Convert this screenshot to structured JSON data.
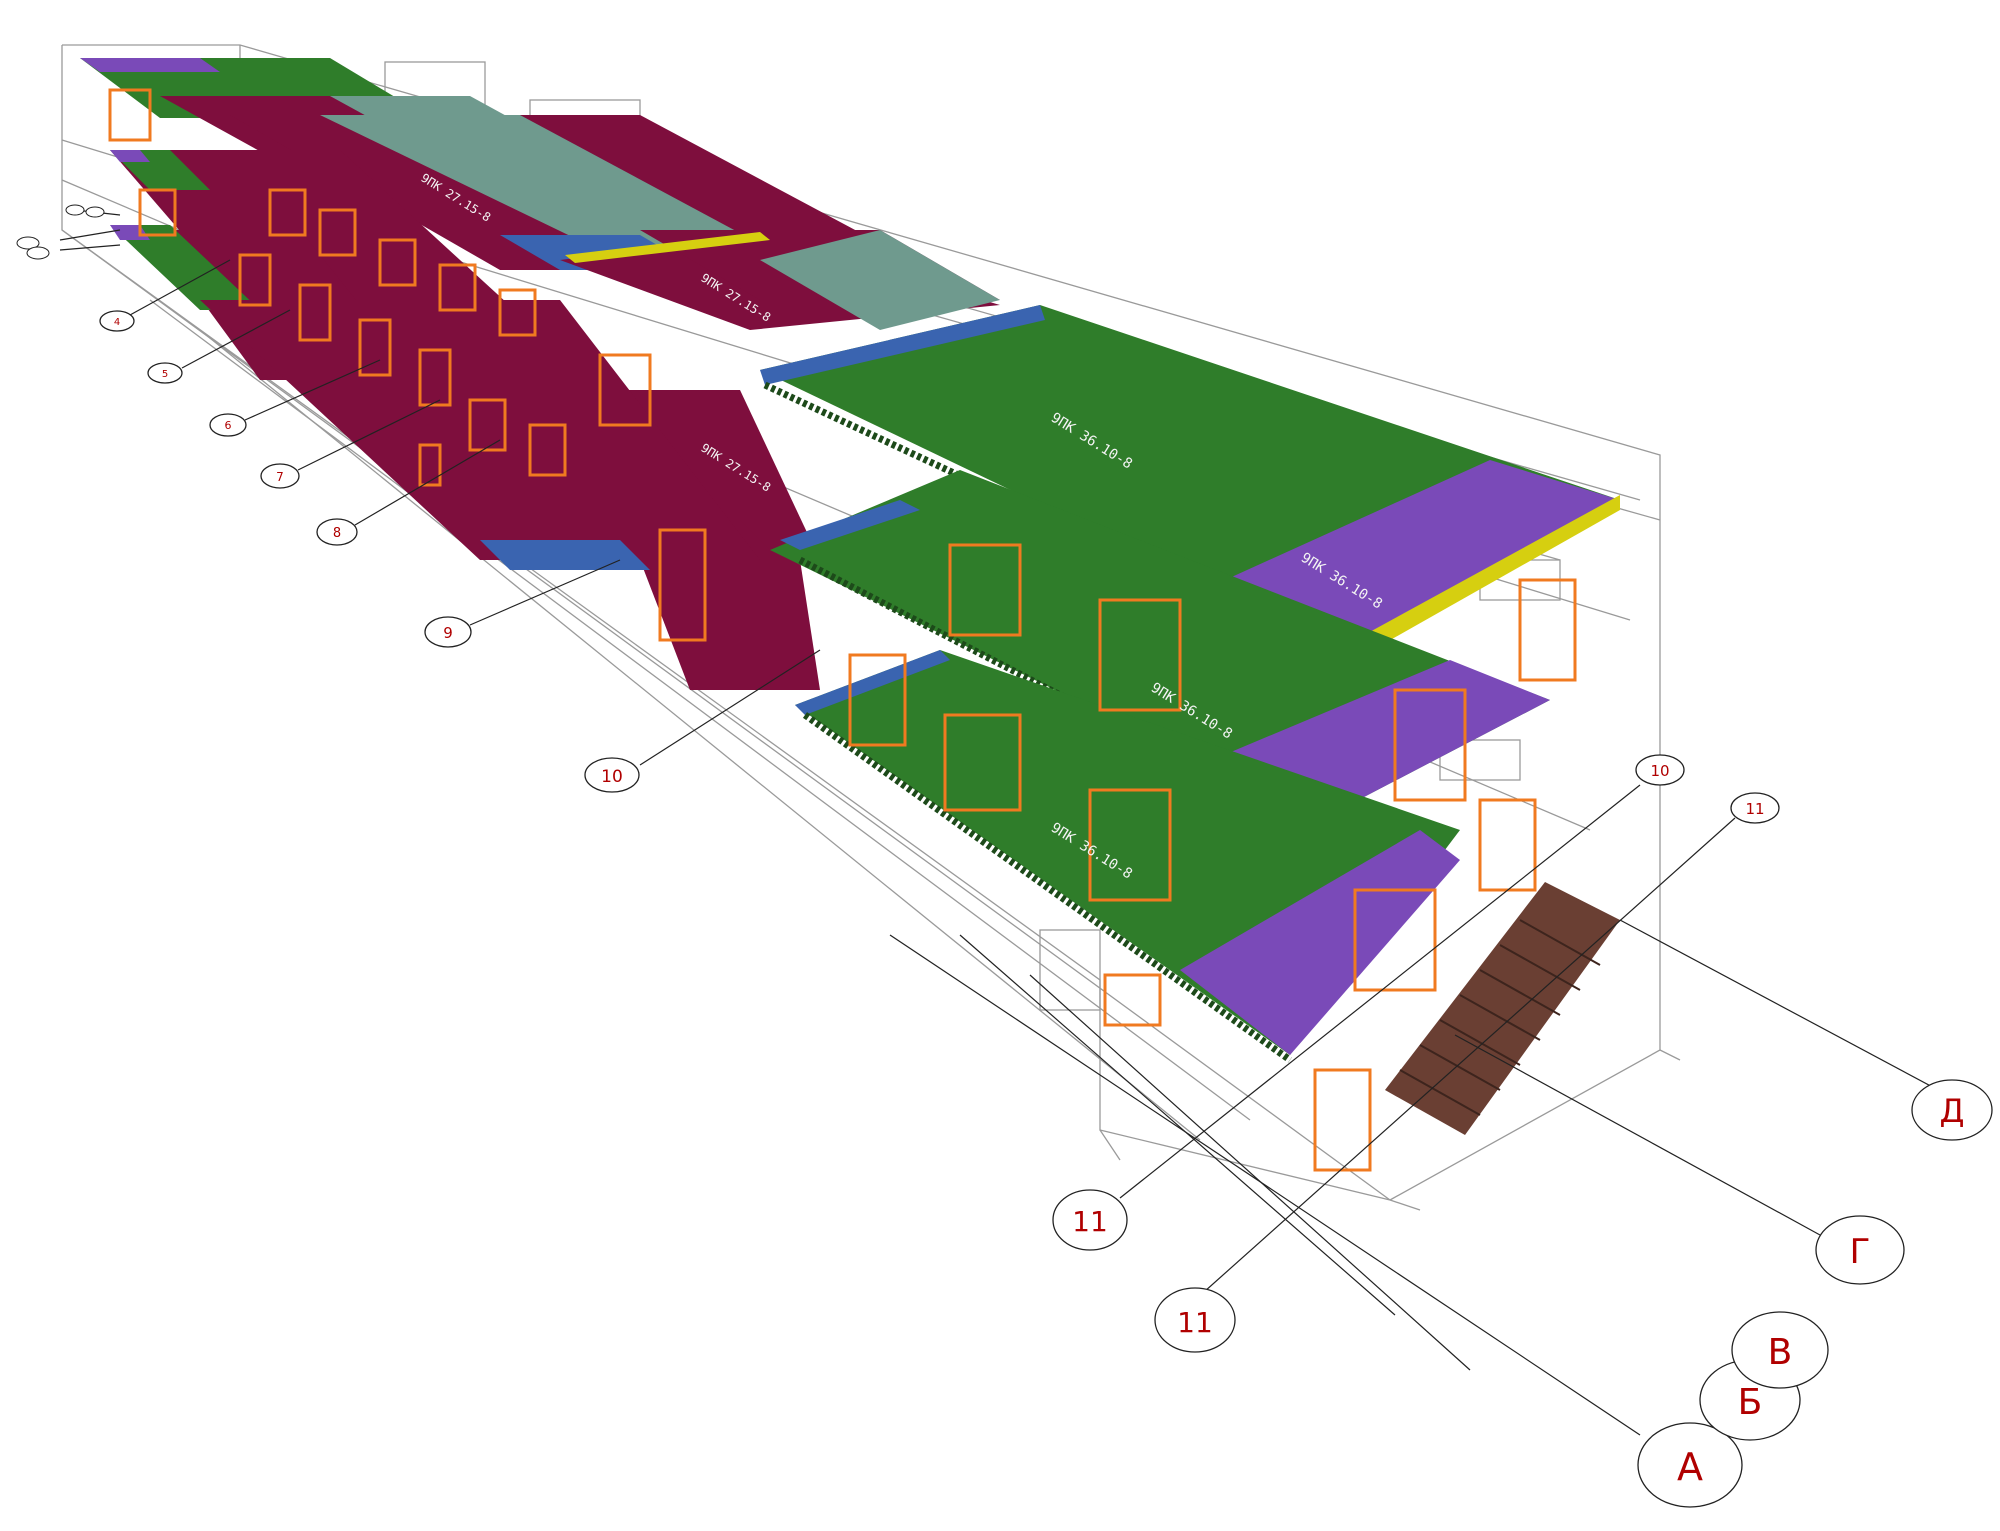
{
  "diagram": {
    "colors": {
      "slab_green": "#2f7d2a",
      "slab_purple": "#7a4ab8",
      "slab_maroon": "#7e0e3d",
      "slab_gray": "#6f9a8e",
      "slab_blue": "#3a64b0",
      "edge_yellow": "#d6cf10",
      "window_orange": "#f07a20",
      "stair_brown": "#6a3f33",
      "bubble_text": "#b00000",
      "wire": "#9a9a9a"
    },
    "grid_axes_numbers": [
      "4",
      "5",
      "6",
      "7",
      "8",
      "9",
      "10",
      "11"
    ],
    "grid_axes_letters": [
      "А",
      "Б",
      "В",
      "Г",
      "Д"
    ],
    "top_axis_labels": [
      "10",
      "11"
    ],
    "slab_marks": {
      "long": "9ПК 36.10-8",
      "short": "9ПК 27.15-8"
    }
  }
}
